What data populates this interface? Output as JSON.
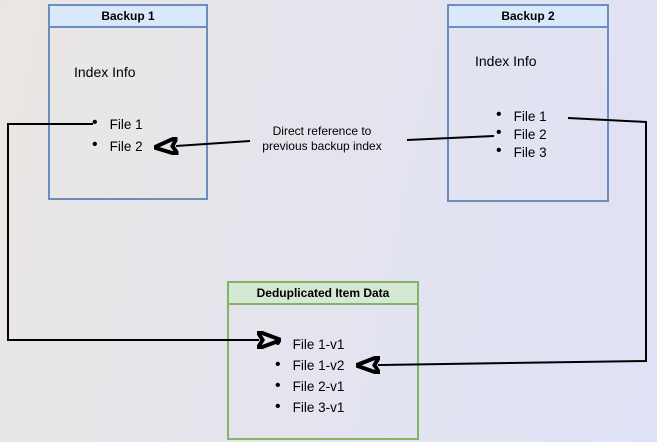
{
  "diagram": {
    "backup1": {
      "title": "Backup 1",
      "heading": "Index Info",
      "files": [
        "File 1",
        "File 2"
      ]
    },
    "backup2": {
      "title": "Backup 2",
      "heading": "Index Info",
      "files": [
        "File 1",
        "File 2",
        "File 3"
      ]
    },
    "dedup": {
      "title": "Deduplicated Item Data",
      "files": [
        "File 1-v1",
        "File 1-v2",
        "File 2-v1",
        "File 3-v1"
      ]
    },
    "edge_label": {
      "line1": "Direct reference to",
      "line2": "previous backup index"
    },
    "colors": {
      "backup_box_border": "#6c8ebf",
      "backup_box_title_fill": "#dae8fc",
      "dedup_box_border": "#82b366",
      "dedup_box_title_fill": "#d5e8d4",
      "connector": "#000000",
      "background_left": "#eae7e3",
      "background_right": "#dfe2f6"
    }
  }
}
